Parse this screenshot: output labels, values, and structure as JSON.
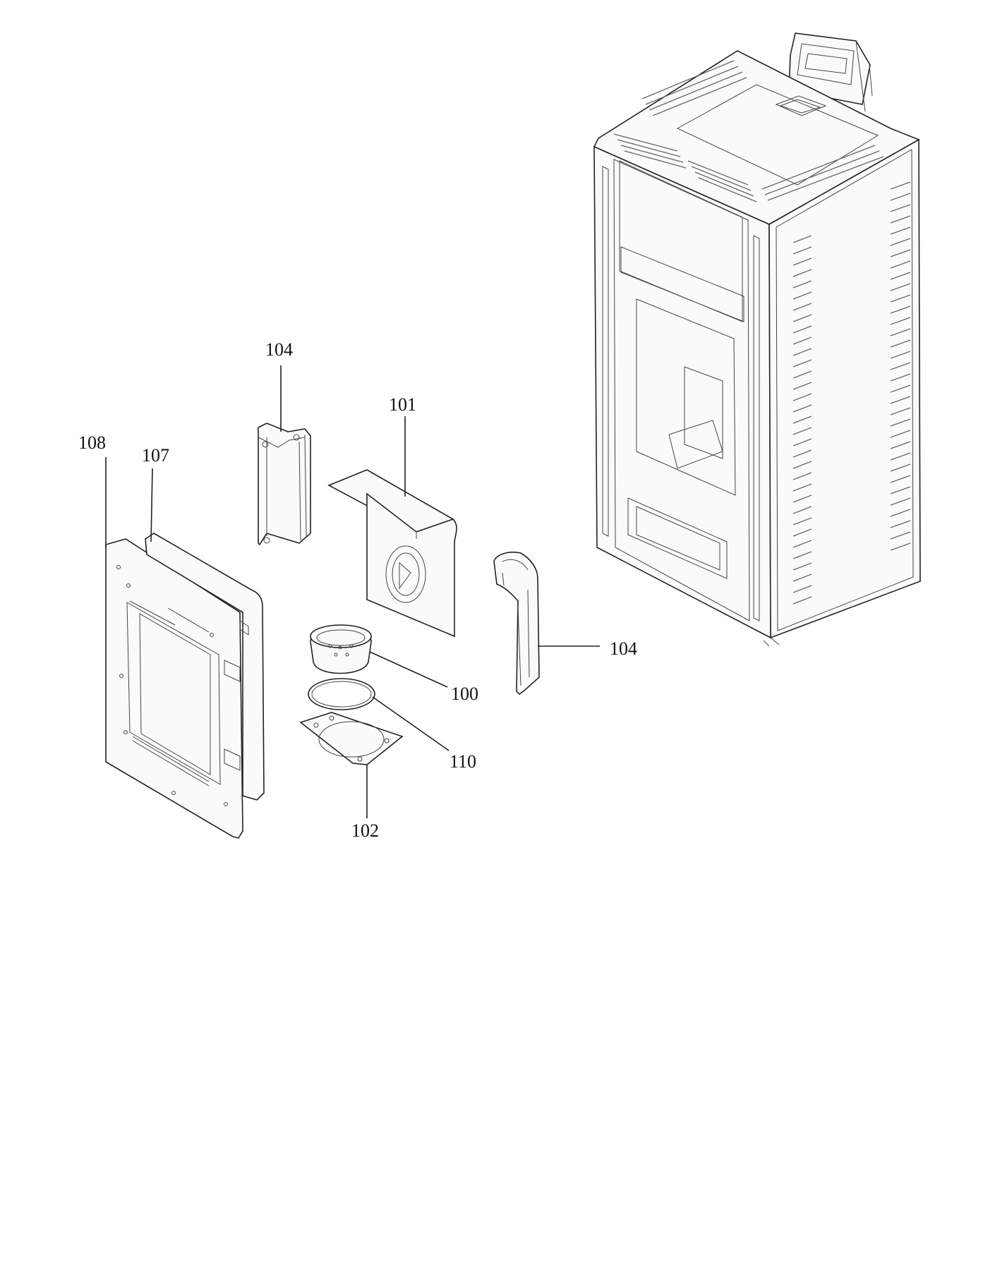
{
  "diagram": {
    "parts": [
      {
        "id": "p104a",
        "label": "104",
        "name": "side-bracket"
      },
      {
        "id": "p101",
        "label": "101",
        "name": "deflector-plate"
      },
      {
        "id": "p108",
        "label": "108",
        "name": "rear-frame"
      },
      {
        "id": "p107",
        "label": "107",
        "name": "back-panel"
      },
      {
        "id": "p100",
        "label": "100",
        "name": "burner-pot"
      },
      {
        "id": "p110",
        "label": "110",
        "name": "gasket-ring"
      },
      {
        "id": "p102",
        "label": "102",
        "name": "pot-base-plate"
      },
      {
        "id": "p104b",
        "label": "104",
        "name": "side-bracket"
      }
    ],
    "stove_name": "stove-body"
  }
}
